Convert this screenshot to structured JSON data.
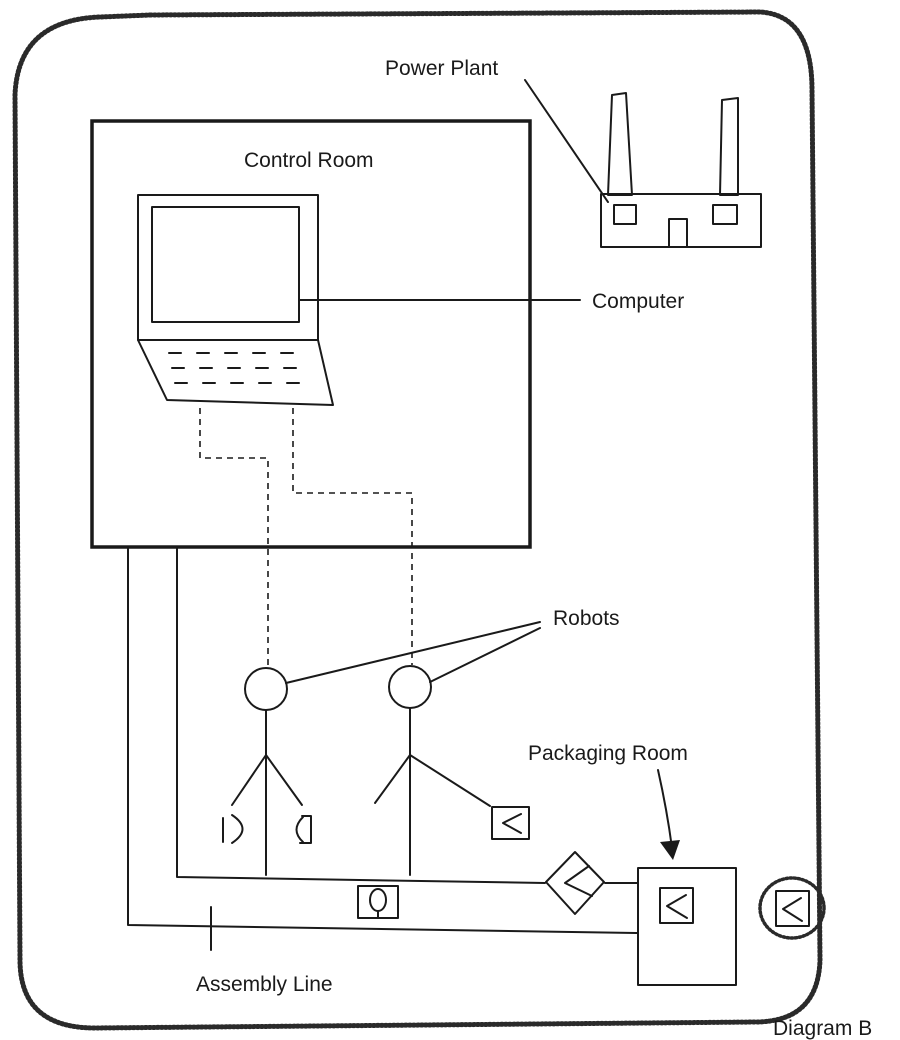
{
  "labels": {
    "power_plant": "Power Plant",
    "control_room": "Control Room",
    "computer": "Computer",
    "robots": "Robots",
    "packaging_room": "Packaging Room",
    "assembly_line": "Assembly Line",
    "diagram_title": "Diagram B"
  }
}
